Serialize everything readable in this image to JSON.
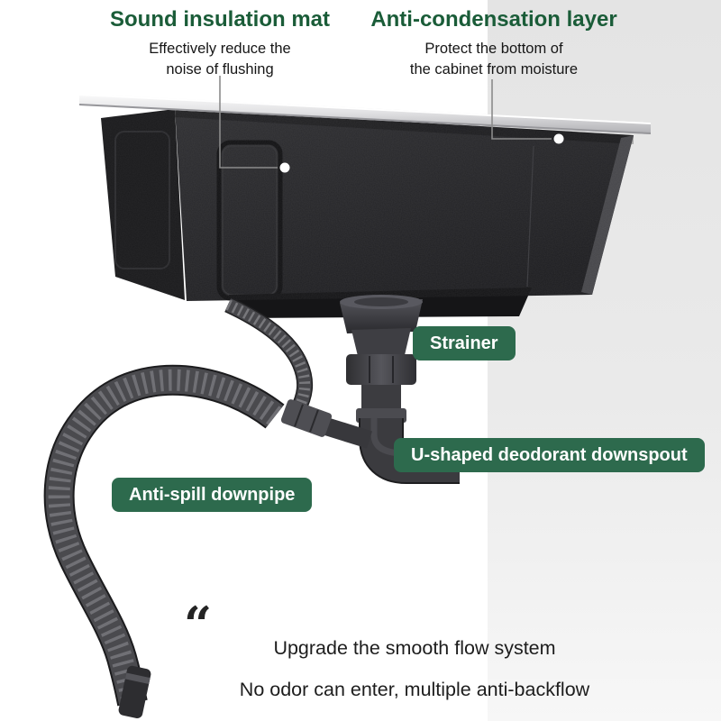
{
  "colors": {
    "heading_green": "#1a5c38",
    "badge_green": "#2d6a4d",
    "panel_gray": "#e8e8e8",
    "sink_black": "#232325",
    "pipe_gray": "#3f3f44",
    "rim_silver": "#d9d9db"
  },
  "callouts": {
    "sound_insulation": {
      "title": "Sound insulation mat",
      "line1": "Effectively reduce the",
      "line2": "noise of flushing"
    },
    "anti_condensation": {
      "title": "Anti-condensation layer",
      "line1": "Protect the bottom of",
      "line2": "the cabinet from moisture"
    }
  },
  "badges": {
    "strainer": "Strainer",
    "downspout": "U-shaped deodorant downspout",
    "downpipe": "Anti-spill downpipe"
  },
  "footer": {
    "quote_mark": "“",
    "line1": "Upgrade the smooth flow system",
    "line2": "No odor can enter, multiple anti-backflow"
  },
  "icons": {
    "callout_dot": "white-dot"
  }
}
